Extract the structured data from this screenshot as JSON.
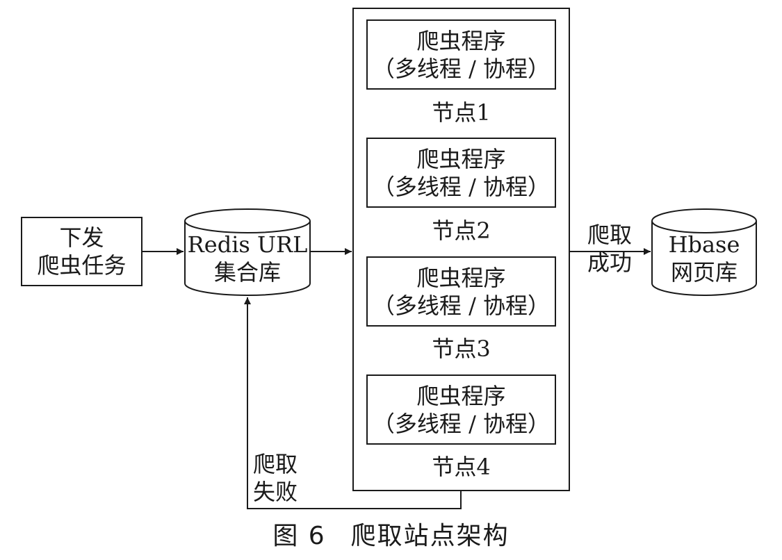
{
  "task_box": {
    "line1": "下发",
    "line2": "爬虫任务"
  },
  "redis_db": {
    "line1": "Redis URL",
    "line2": "集合库"
  },
  "crawler_nodes": [
    {
      "program": "爬虫程序",
      "mode": "（多线程 / 协程）",
      "node_label": "节点1"
    },
    {
      "program": "爬虫程序",
      "mode": "（多线程 / 协程）",
      "node_label": "节点2"
    },
    {
      "program": "爬虫程序",
      "mode": "（多线程 / 协程）",
      "node_label": "节点3"
    },
    {
      "program": "爬虫程序",
      "mode": "（多线程 / 协程）",
      "node_label": "节点4"
    }
  ],
  "success_label": {
    "line1": "爬取",
    "line2": "成功"
  },
  "failure_label": {
    "line1": "爬取",
    "line2": "失败"
  },
  "hbase_db": {
    "line1": "Hbase",
    "line2": "网页库"
  },
  "caption": {
    "figure_number": "图 6",
    "title": "爬取站点架构"
  }
}
